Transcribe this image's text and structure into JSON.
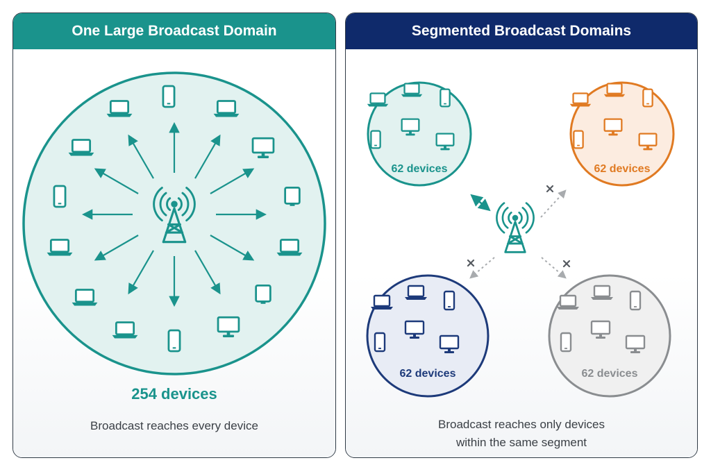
{
  "left_panel": {
    "title": "One Large Broadcast Domain",
    "device_count": "254 devices",
    "caption": "Broadcast reaches every device",
    "color": "#1a938c",
    "header_color": "#1a938c"
  },
  "right_panel": {
    "title": "Segmented Broadcast Domains",
    "caption_line1": "Broadcast reaches only devices",
    "caption_line2": "within the same segment",
    "header_color": "#0f2a6b",
    "segments": [
      {
        "id": "teal",
        "count": "62 devices",
        "color": "#1a938c",
        "reached": true
      },
      {
        "id": "orange",
        "count": "62 devices",
        "color": "#e07a22",
        "reached": false
      },
      {
        "id": "navy",
        "count": "62 devices",
        "color": "#1d3a7a",
        "reached": false
      },
      {
        "id": "gray",
        "count": "62 devices",
        "color": "#8a8d90",
        "reached": false
      }
    ]
  },
  "icons": [
    "broadcast-tower-icon",
    "laptop-icon",
    "phone-icon",
    "monitor-icon",
    "tablet-icon",
    "blocked-x-icon"
  ]
}
